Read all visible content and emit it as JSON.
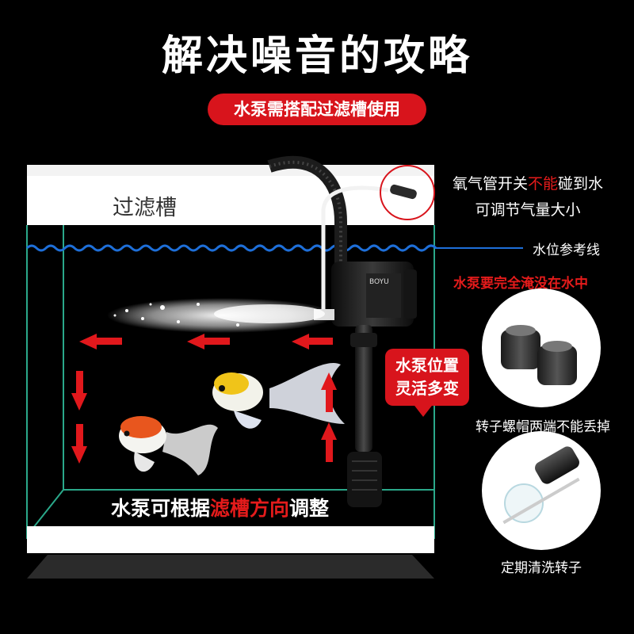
{
  "title": "解决噪音的攻略",
  "subtitle_pill": "水泵需搭配过滤槽使用",
  "filter_box_label": "过滤槽",
  "oxygen_note": {
    "line1_pre": "氧气管开关",
    "line1_red": "不能",
    "line1_post": "碰到水",
    "line2": "可调节气量大小"
  },
  "water_line_label": "水位参考线",
  "submerge_warning": "水泵要完全淹没在水中",
  "position_bubble": {
    "line1": "水泵位置",
    "line2": "灵活多变"
  },
  "pump_brand": "BOYU",
  "adjust_note": {
    "pre": "水泵可根据",
    "red": "滤槽方向",
    "post": "调整"
  },
  "caption_caps": "转子螺帽两端不能丢掉",
  "caption_rotor": "定期清洗转子",
  "colors": {
    "accent_red": "#d8141c",
    "water_line": "#1e6fd9",
    "glass_edge": "#2aa88a"
  }
}
